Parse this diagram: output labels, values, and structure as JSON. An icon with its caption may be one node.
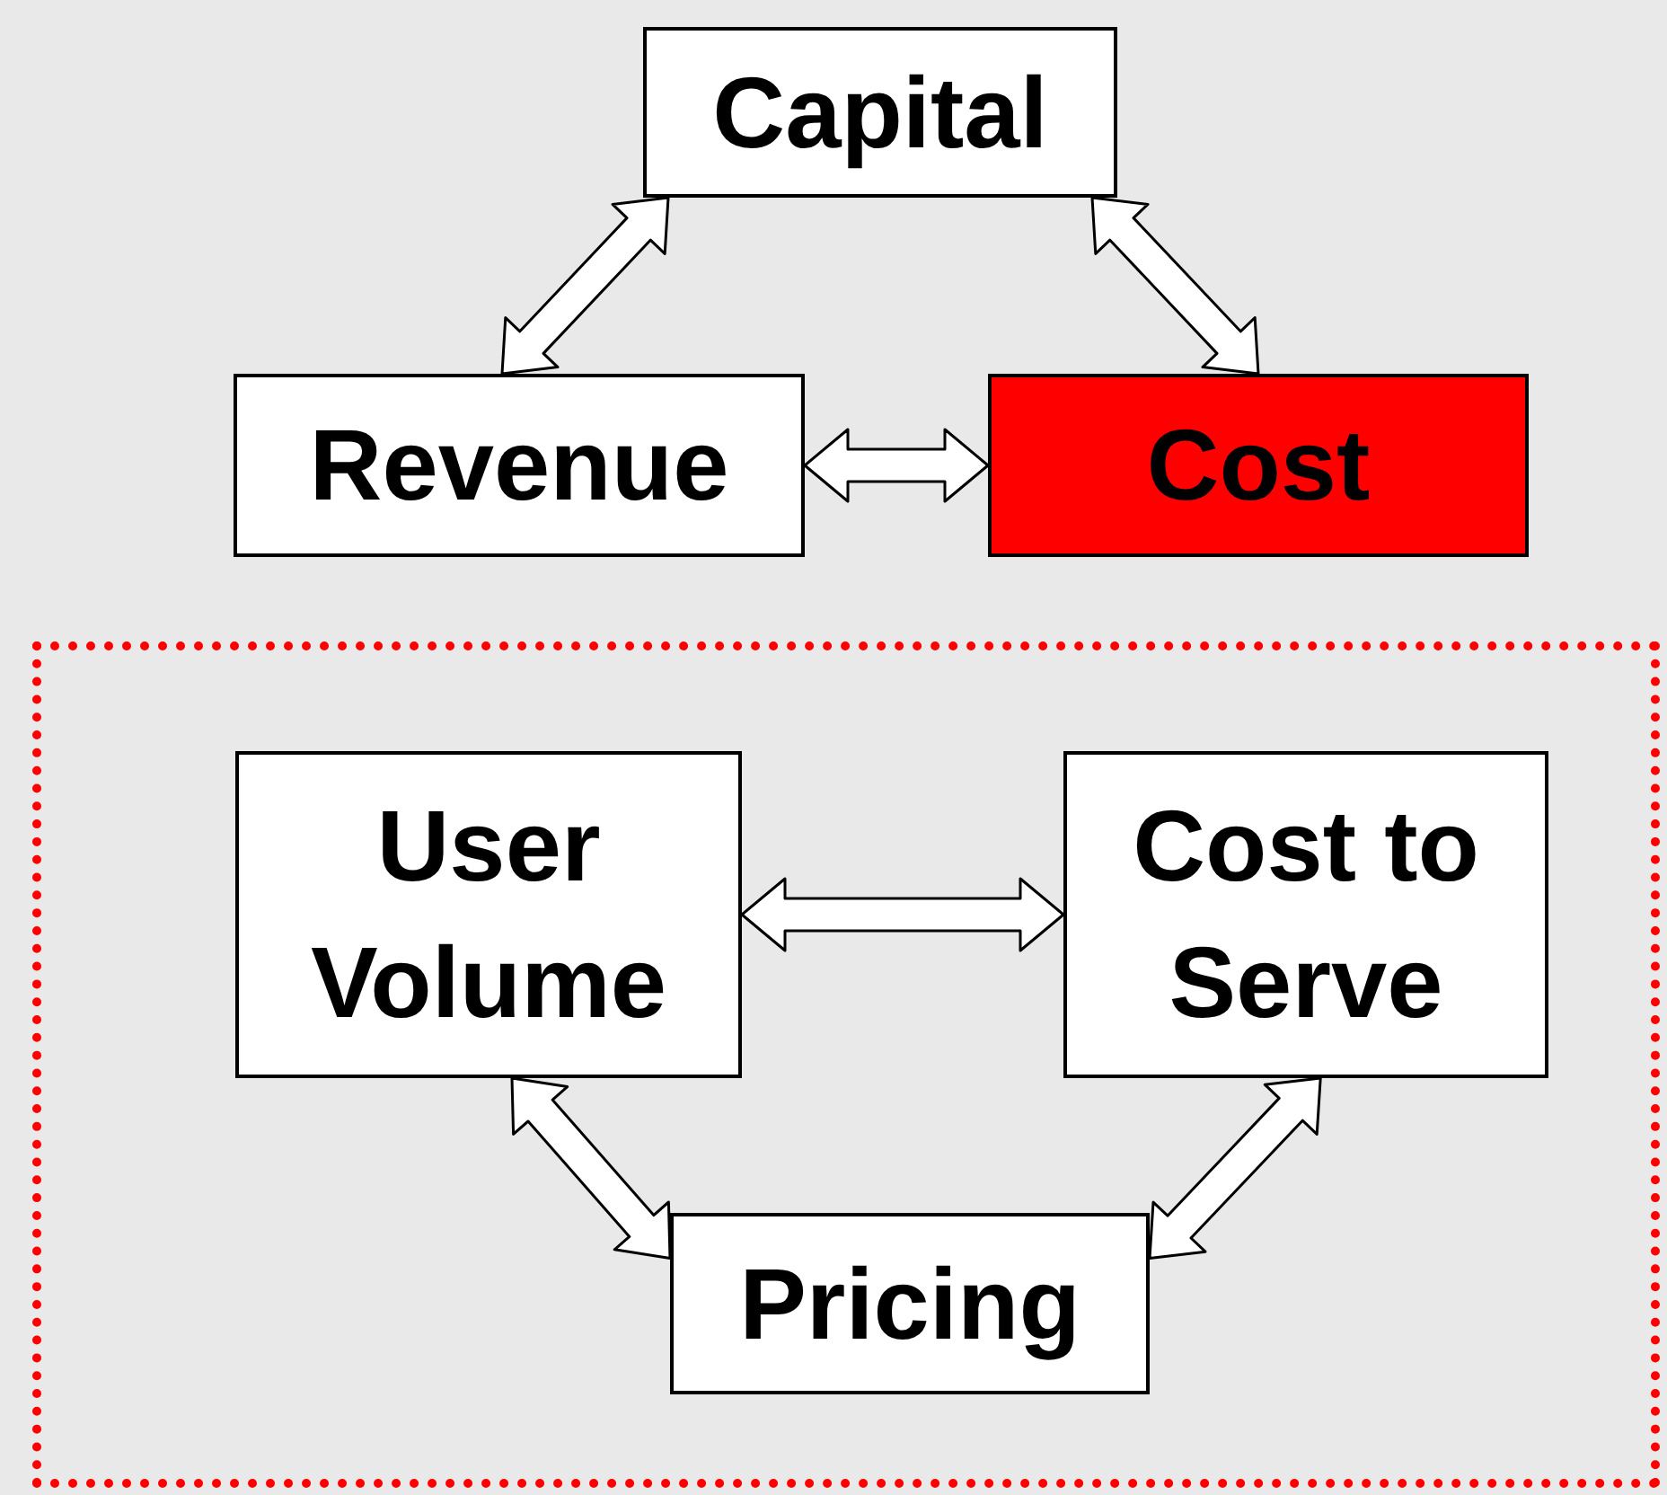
{
  "diagram": {
    "nodes": [
      {
        "text": [
          "Capital"
        ]
      },
      {
        "text": [
          "Revenue"
        ]
      },
      {
        "text": [
          "Cost"
        ]
      },
      {
        "text": [],
        "shape": "box"
      },
      {
        "text": [
          "User Volume"
        ],
        "in": 3
      },
      {
        "text": [
          "Cost to Serve"
        ],
        "in": 3
      },
      {
        "text": [
          "Pricing"
        ],
        "in": 3
      }
    ],
    "edges": [
      {
        "from": 0,
        "to": 1,
        "arrow": "both"
      },
      {
        "from": 0,
        "to": 2,
        "arrow": "both"
      },
      {
        "from": 1,
        "to": 2,
        "arrow": "both"
      },
      {
        "from": 4,
        "to": 5,
        "arrow": "both"
      },
      {
        "from": 4,
        "to": 6,
        "arrow": "both"
      },
      {
        "from": 5,
        "to": 6,
        "arrow": "both"
      }
    ]
  }
}
